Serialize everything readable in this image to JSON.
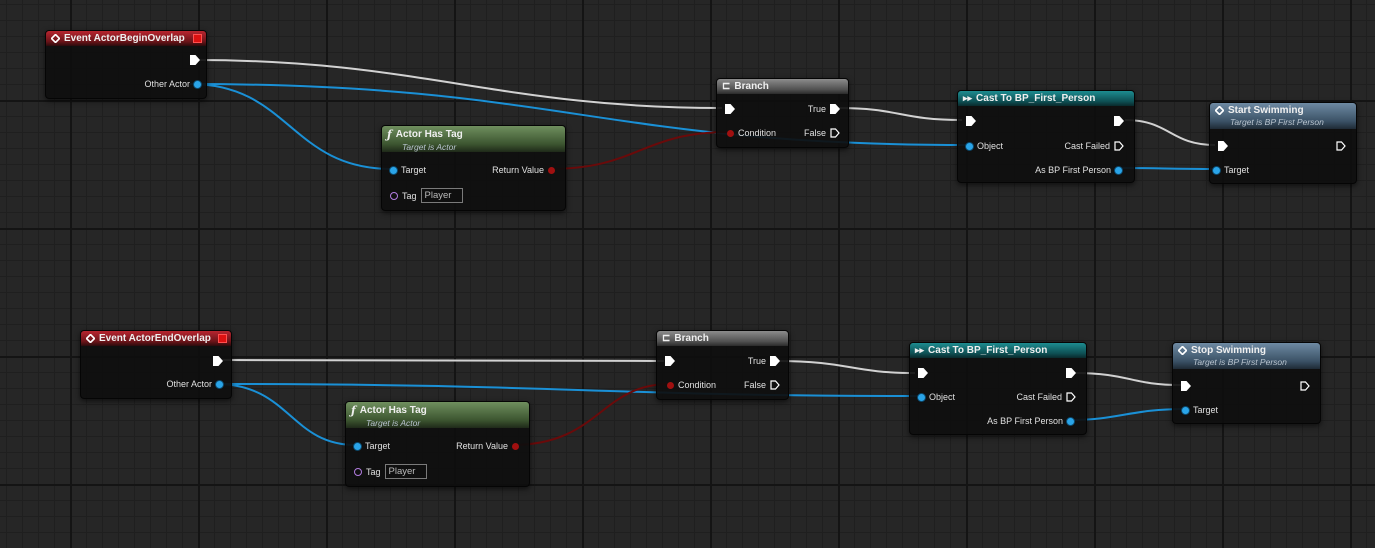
{
  "graph": {
    "event_begin": {
      "title": "Event ActorBeginOverlap",
      "other_actor": "Other Actor"
    },
    "hastag_1": {
      "title": "Actor Has Tag",
      "subtitle": "Target is Actor",
      "target": "Target",
      "return_value": "Return Value",
      "tag_label": "Tag",
      "tag_value": "Player"
    },
    "branch_1": {
      "title": "Branch",
      "condition": "Condition",
      "true_label": "True",
      "false_label": "False"
    },
    "cast_1": {
      "title": "Cast To BP_First_Person",
      "object": "Object",
      "cast_failed": "Cast Failed",
      "as_bp": "As BP First Person"
    },
    "start_swim": {
      "title": "Start Swimming",
      "subtitle": "Target is BP First Person",
      "target": "Target"
    },
    "event_end": {
      "title": "Event ActorEndOverlap",
      "other_actor": "Other Actor"
    },
    "hastag_2": {
      "title": "Actor Has Tag",
      "subtitle": "Target is Actor",
      "target": "Target",
      "return_value": "Return Value",
      "tag_label": "Tag",
      "tag_value": "Player"
    },
    "branch_2": {
      "title": "Branch",
      "condition": "Condition",
      "true_label": "True",
      "false_label": "False"
    },
    "cast_2": {
      "title": "Cast To BP_First_Person",
      "object": "Object",
      "cast_failed": "Cast Failed",
      "as_bp": "As BP First Person"
    },
    "stop_swim": {
      "title": "Stop Swimming",
      "subtitle": "Target is BP First Person",
      "target": "Target"
    }
  },
  "colors": {
    "exec_wire": "#d8d8d8",
    "object_wire": "#1e9be0",
    "bool_wire": "#7a0d0d",
    "event_header": "#a8202a",
    "pure_function_header": "#5c7a4e",
    "branch_header": "#7a7a7a",
    "cast_header": "#167a7e",
    "function_header": "#5a7690"
  }
}
